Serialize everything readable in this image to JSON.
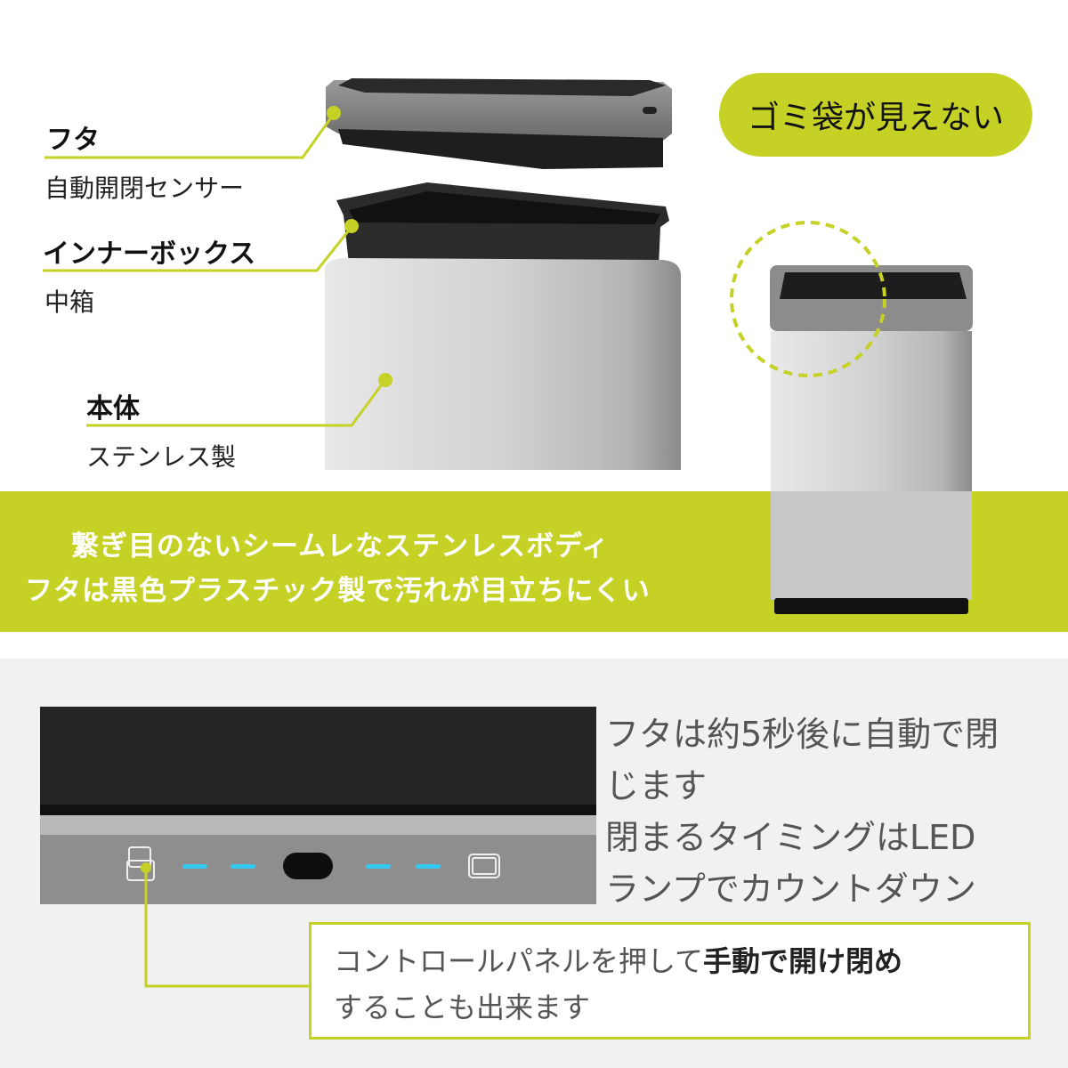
{
  "badge": "ゴミ袋が見えない",
  "parts": [
    {
      "name": "フタ",
      "detail": "自動開閉センサー"
    },
    {
      "name": "インナーボックス",
      "detail": "中箱"
    },
    {
      "name": "本体",
      "detail": "ステンレス製"
    }
  ],
  "band": {
    "line1": "繋ぎ目のないシームレなステンレスボディ",
    "line2": "フタは黒色プラスチック製で汚れが目立ちにくい"
  },
  "description": {
    "lines": [
      "フタは約5秒後に自動で閉",
      "じます",
      "閉まるタイミングはLED",
      "ランプでカウントダウン"
    ]
  },
  "note": {
    "prefix": "コントロールパネルを押して",
    "emphasis": "手動で開け閉め",
    "line2": "することも出来ます"
  },
  "colors": {
    "accent": "#c6d125",
    "led": "#35c8ee"
  }
}
